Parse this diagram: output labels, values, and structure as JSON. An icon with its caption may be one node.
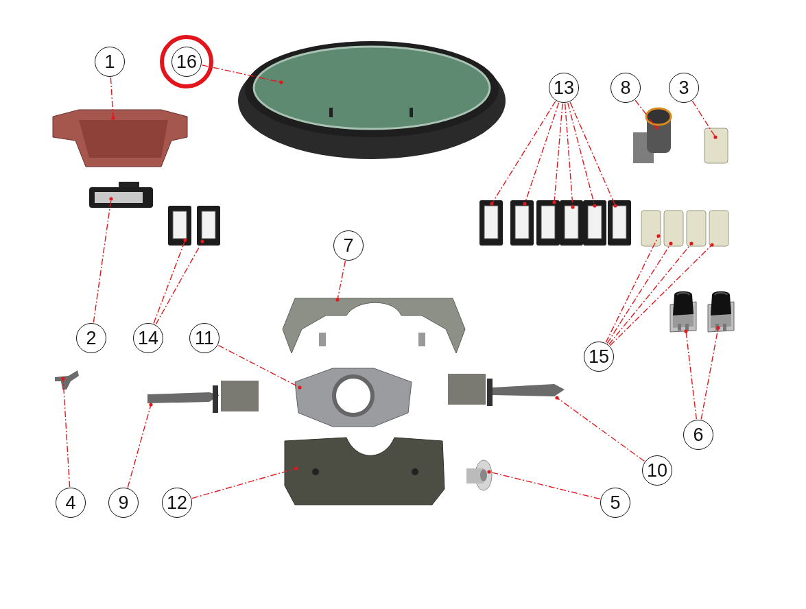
{
  "diagram": {
    "nodes": [
      {
        "text": [
          "1"
        ]
      },
      {
        "text": [
          "16"
        ]
      },
      {
        "text": [
          "13"
        ]
      },
      {
        "text": [
          "8"
        ]
      },
      {
        "text": [
          "3"
        ]
      },
      {
        "text": [
          "7"
        ]
      },
      {
        "text": [
          "2"
        ]
      },
      {
        "text": [
          "14"
        ]
      },
      {
        "text": [
          "11"
        ]
      },
      {
        "text": [
          "15"
        ]
      },
      {
        "text": [
          "6"
        ]
      },
      {
        "text": [
          "10"
        ]
      },
      {
        "text": [
          "4"
        ]
      },
      {
        "text": [
          "9"
        ]
      },
      {
        "text": [
          "12"
        ]
      },
      {
        "text": [
          "5"
        ]
      },
      {
        "text": [],
        "shape": "picture"
      },
      {
        "text": [],
        "shape": "picture"
      },
      {
        "text": [],
        "shape": "picture"
      },
      {
        "text": [],
        "shape": "picture"
      },
      {
        "text": [],
        "shape": "picture"
      },
      {
        "text": [],
        "shape": "picture"
      },
      {
        "text": [],
        "shape": "picture"
      },
      {
        "text": [],
        "shape": "picture"
      },
      {
        "text": [],
        "shape": "picture"
      },
      {
        "text": [],
        "shape": "picture"
      },
      {
        "text": [],
        "shape": "picture"
      },
      {
        "text": [],
        "shape": "picture"
      },
      {
        "text": [],
        "shape": "picture"
      },
      {
        "text": [],
        "shape": "picture"
      },
      {
        "text": [],
        "shape": "picture"
      },
      {
        "text": [],
        "shape": "picture"
      },
      {
        "text": [],
        "shape": "picture"
      },
      {
        "text": [],
        "shape": "picture"
      },
      {
        "text": [],
        "shape": "picture"
      },
      {
        "text": [],
        "shape": "picture"
      },
      {
        "text": [],
        "shape": "picture"
      },
      {
        "text": [],
        "shape": "picture"
      },
      {
        "text": [],
        "shape": "picture"
      },
      {
        "text": [],
        "shape": "picture"
      },
      {
        "text": [],
        "shape": "picture"
      },
      {
        "text": [],
        "shape": "picture"
      }
    ],
    "edges": [
      {
        "from": 0,
        "to": 16,
        "arrow": "none",
        "style": "dashed"
      },
      {
        "from": 1,
        "to": 17,
        "arrow": "none",
        "style": "dashed"
      },
      {
        "from": 2,
        "to": 18,
        "arrow": "none",
        "style": "dashed"
      },
      {
        "from": 2,
        "to": 19,
        "arrow": "none",
        "style": "dashed"
      },
      {
        "from": 2,
        "to": 20,
        "arrow": "none",
        "style": "dashed"
      },
      {
        "from": 2,
        "to": 21,
        "arrow": "none",
        "style": "dashed"
      },
      {
        "from": 2,
        "to": 22,
        "arrow": "none",
        "style": "dashed"
      },
      {
        "from": 2,
        "to": 23,
        "arrow": "none",
        "style": "dashed"
      },
      {
        "from": 3,
        "to": 24,
        "arrow": "none",
        "style": "dashed"
      },
      {
        "from": 4,
        "to": 25,
        "arrow": "none",
        "style": "dashed"
      },
      {
        "from": 5,
        "to": 29,
        "arrow": "none",
        "style": "dashed"
      },
      {
        "from": 6,
        "to": 26,
        "arrow": "none",
        "style": "dashed"
      },
      {
        "from": 7,
        "to": 27,
        "arrow": "none",
        "style": "dashed"
      },
      {
        "from": 7,
        "to": 28,
        "arrow": "none",
        "style": "dashed"
      },
      {
        "from": 8,
        "to": 38,
        "arrow": "none",
        "style": "dashed"
      },
      {
        "from": 9,
        "to": 30,
        "arrow": "none",
        "style": "dashed"
      },
      {
        "from": 9,
        "to": 31,
        "arrow": "none",
        "style": "dashed"
      },
      {
        "from": 9,
        "to": 32,
        "arrow": "none",
        "style": "dashed"
      },
      {
        "from": 9,
        "to": 33,
        "arrow": "none",
        "style": "dashed"
      },
      {
        "from": 10,
        "to": 34,
        "arrow": "none",
        "style": "dashed"
      },
      {
        "from": 10,
        "to": 35,
        "arrow": "none",
        "style": "dashed"
      },
      {
        "from": 11,
        "to": 39,
        "arrow": "none",
        "style": "dashed"
      },
      {
        "from": 12,
        "to": 36,
        "arrow": "none",
        "style": "dashed"
      },
      {
        "from": 13,
        "to": 37,
        "arrow": "none",
        "style": "dashed"
      },
      {
        "from": 14,
        "to": 40,
        "arrow": "none",
        "style": "dashed"
      },
      {
        "from": 15,
        "to": 41,
        "arrow": "none",
        "style": "dashed"
      }
    ]
  }
}
